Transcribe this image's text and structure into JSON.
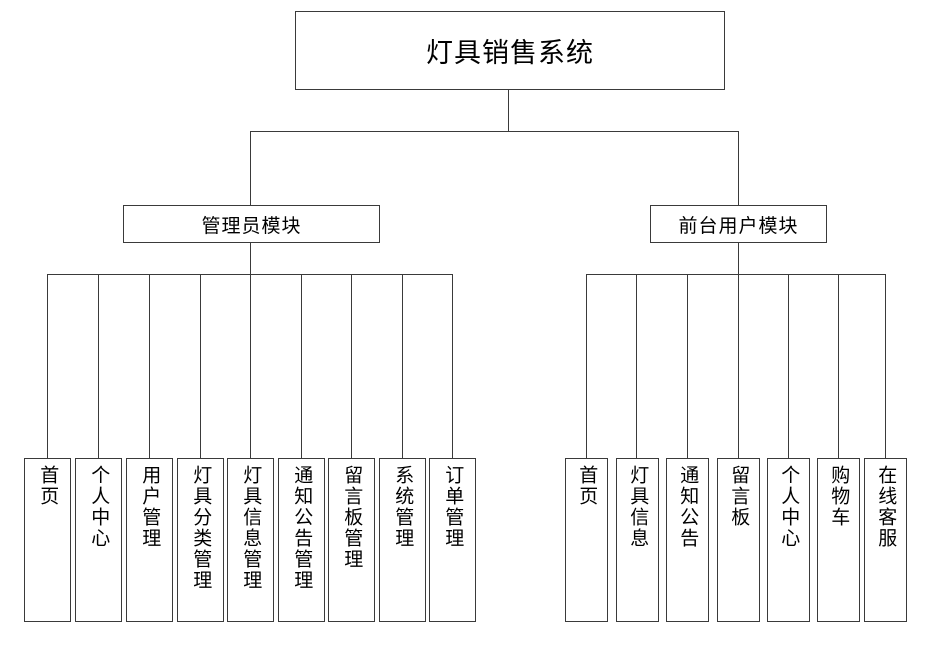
{
  "diagram": {
    "type": "org-chart",
    "title": "灯具销售系统",
    "orientation": "top-down",
    "line_color": "#3a3a3a",
    "background_color": "#ffffff",
    "levels": 3
  },
  "root": {
    "label": "灯具销售系统"
  },
  "modules": [
    {
      "label": "管理员模块"
    },
    {
      "label": "前台用户模块"
    }
  ],
  "admin_leaves": [
    {
      "label": "首页"
    },
    {
      "label": "个人中心"
    },
    {
      "label": "用户管理"
    },
    {
      "label": "灯具分类管理"
    },
    {
      "label": "灯具信息管理"
    },
    {
      "label": "通知公告管理"
    },
    {
      "label": "留言板管理"
    },
    {
      "label": "系统管理"
    },
    {
      "label": "订单管理"
    }
  ],
  "user_leaves": [
    {
      "label": "首页"
    },
    {
      "label": "灯具信息"
    },
    {
      "label": "通知公告"
    },
    {
      "label": "留言板"
    },
    {
      "label": "个人中心"
    },
    {
      "label": "购物车"
    },
    {
      "label": "在线客服"
    }
  ]
}
